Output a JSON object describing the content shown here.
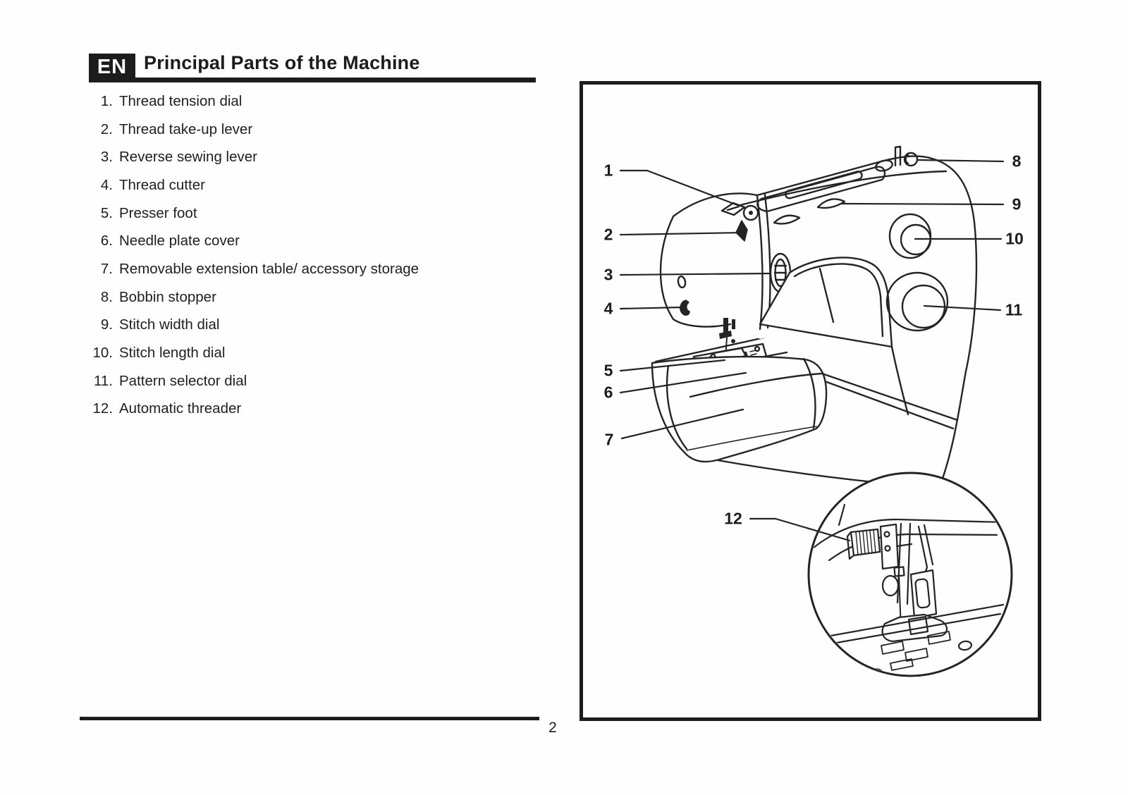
{
  "header": {
    "language_badge": "EN",
    "title": "Principal Parts of the Machine"
  },
  "parts_list": [
    {
      "num": "1.",
      "label": "Thread tension dial"
    },
    {
      "num": "2.",
      "label": "Thread take-up lever"
    },
    {
      "num": "3.",
      "label": "Reverse sewing lever"
    },
    {
      "num": "4.",
      "label": "Thread cutter"
    },
    {
      "num": "5.",
      "label": "Presser foot"
    },
    {
      "num": "6.",
      "label": "Needle plate cover"
    },
    {
      "num": "7.",
      "label": "Removable extension table/ accessory storage"
    },
    {
      "num": "8.",
      "label": "Bobbin stopper"
    },
    {
      "num": "9.",
      "label": "Stitch width dial"
    },
    {
      "num": "10.",
      "label": "Stitch length dial"
    },
    {
      "num": "11.",
      "label": "Pattern selector dial"
    },
    {
      "num": "12.",
      "label": "Automatic threader"
    }
  ],
  "diagram": {
    "callouts": [
      {
        "label": "1"
      },
      {
        "label": "2"
      },
      {
        "label": "3"
      },
      {
        "label": "4"
      },
      {
        "label": "5"
      },
      {
        "label": "6"
      },
      {
        "label": "7"
      },
      {
        "label": "8"
      },
      {
        "label": "9"
      },
      {
        "label": "10"
      },
      {
        "label": "11"
      },
      {
        "label": "12"
      }
    ]
  },
  "footer": {
    "page_number": "2"
  },
  "colors": {
    "ink": "#1c1c1c",
    "paper": "#fefefe"
  }
}
